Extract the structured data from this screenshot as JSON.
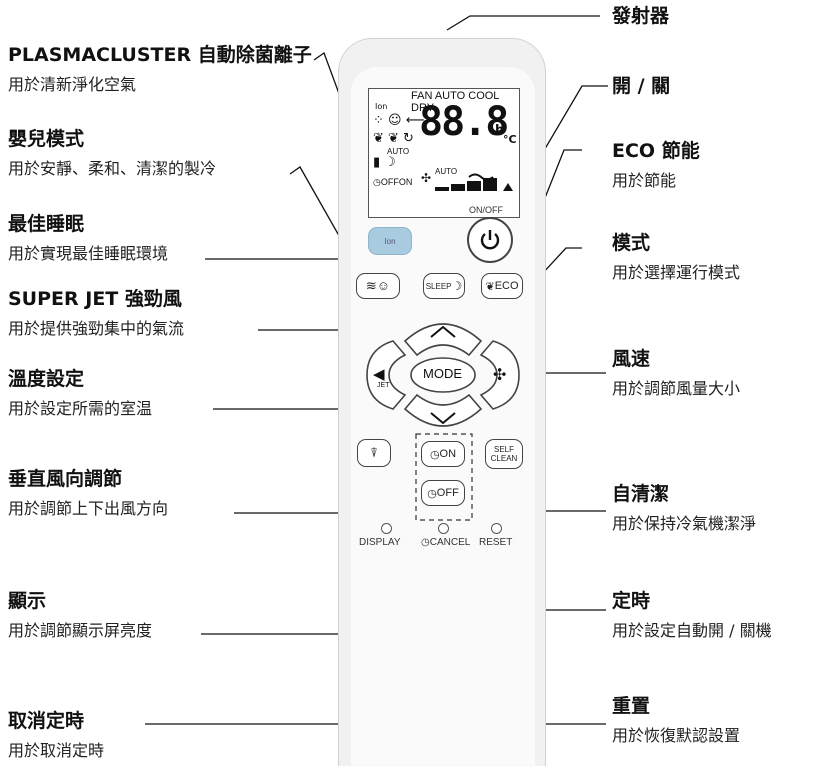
{
  "labels": {
    "emitter": {
      "title": "發射器"
    },
    "plasmacluster": {
      "title": "PLASMACLUSTER 自動除菌離子",
      "desc": "用於清新淨化空氣"
    },
    "baby": {
      "title": "嬰兒模式",
      "desc": "用於安靜、柔和、清潔的製冷"
    },
    "sleep": {
      "title": "最佳睡眠",
      "desc": "用於實現最佳睡眠環境"
    },
    "superjet": {
      "title": "SUPER JET 強勁風",
      "desc": "用於提供強勁集中的氣流"
    },
    "temp": {
      "title": "溫度設定",
      "desc": "用於設定所需的室温"
    },
    "vertical": {
      "title": "垂直風向調節",
      "desc": "用於調節上下出風方向"
    },
    "display": {
      "title": "顯示",
      "desc": "用於調節顯示屏亮度"
    },
    "cancel": {
      "title": "取消定時",
      "desc": "用於取消定時"
    },
    "onoff": {
      "title": "開 / 關"
    },
    "eco": {
      "title": "ECO 節能",
      "desc": "用於節能"
    },
    "mode": {
      "title": "模式",
      "desc": "用於選擇運行模式"
    },
    "fan": {
      "title": "風速",
      "desc": "用於調節風量大小"
    },
    "selfclean": {
      "title": "自清潔",
      "desc": "用於保持冷氣機潔淨"
    },
    "timer": {
      "title": "定時",
      "desc": "用於設定自動開 / 關機"
    },
    "reset": {
      "title": "重置",
      "desc": "用於恢復默認設置"
    }
  },
  "remote": {
    "lcd_modes": "FAN AUTO COOL DRY",
    "lcd_digits": "88.8",
    "lcd_unit_h": "h",
    "lcd_unit_c": "°C",
    "lcd_onoff": "OFFON",
    "lcd_fan_auto": "AUTO",
    "lcd_ion": "Ion",
    "lcd_auto_small": "AUTO",
    "power_caption": "ON/OFF",
    "sleep_btn": "SLEEP",
    "eco_btn": "ECO",
    "mode_btn": "MODE",
    "jet_btn": "JET",
    "on_btn": "ON",
    "off_btn": "OFF",
    "self_clean_btn_1": "SELF",
    "self_clean_btn_2": "CLEAN",
    "display_caption": "DISPLAY",
    "cancel_caption": "CANCEL",
    "reset_caption": "RESET",
    "plasma_btn_small": "Ion"
  },
  "colors": {
    "plasma_button": "#a9cbe0",
    "remote_body": "#f1f1f1",
    "lines": "#111111"
  }
}
